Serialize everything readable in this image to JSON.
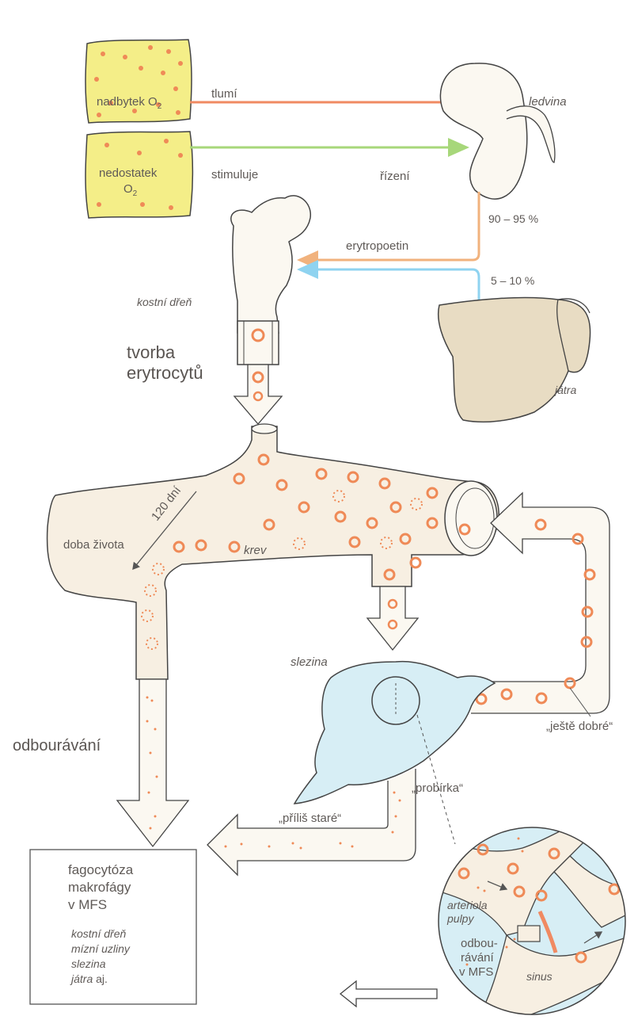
{
  "labels": {
    "nadbytek": "nadbytek O",
    "nadbytek_sub": "2",
    "nedostatek": "nedostatek",
    "nedostatek_o": "O",
    "nedostatek_sub": "2",
    "tlumi": "tlumí",
    "stimuluje": "stimuluje",
    "ledvina": "ledvina",
    "rizeni": "řízení",
    "pct_kidney": "90 – 95 %",
    "erytropoetin": "erytropoetin",
    "pct_liver": "5 – 10 %",
    "kostni_dren": "kostní dřeň",
    "tvorba1": "tvorba",
    "tvorba2": "erytrocytů",
    "jatra": "játra",
    "doba_zivota": "doba života",
    "dni": "120 dní",
    "krev": "krev",
    "slezina": "slezina",
    "jeste_dobre": "„ještě dobré“",
    "odbouravani": "odbourávání",
    "probirka": "„probírka“",
    "prilis_stare": "„příliš staré“",
    "box_line1": "fagocytóza",
    "box_line2": "makrofágy",
    "box_line3": "v MFS",
    "box_list1": "kostní dřeň",
    "box_list2": "mízní uzliny",
    "box_list3": "slezina",
    "box_list4": "játra",
    "box_list4b": " aj.",
    "arteriola1": "arteriola",
    "arteriola2": "pulpy",
    "odb_mfs1": "odbou-",
    "odb_mfs2": "rávání",
    "odb_mfs3": "v MFS",
    "sinus": "sinus"
  },
  "colors": {
    "box_yellow": "#f4ee88",
    "dot_orange": "#ef8a57",
    "inhibit": "#f08a62",
    "stimulate": "#a7d77a",
    "epo": "#f1b27d",
    "liver_line": "#8fd3f0",
    "vessel": "#f7efe2",
    "spleen": "#d7eef5",
    "liver": "#e8dcc3"
  }
}
